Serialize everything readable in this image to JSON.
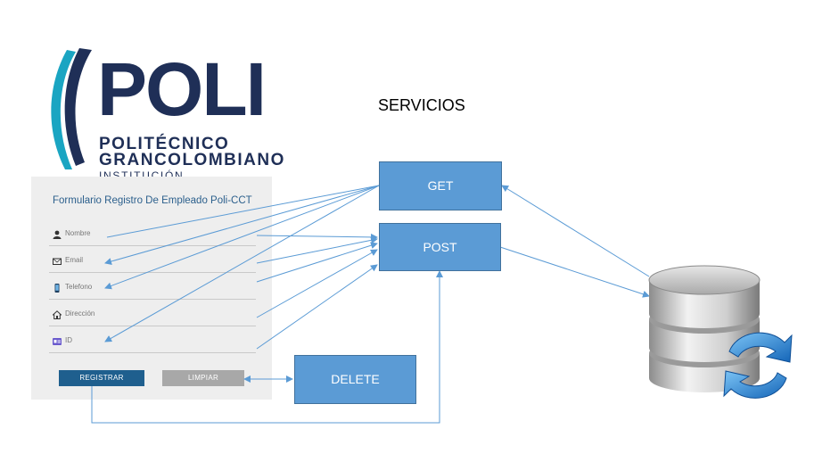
{
  "logo": {
    "word": "POLI",
    "line1": "POLITÉCNICO",
    "line2": "GRANCOLOMBIANO",
    "line3": "INSTITUCIÓN UNIVERSITARIA"
  },
  "form": {
    "title": "Formulario Registro De Empleado Poli-CCT",
    "fields": [
      {
        "label": "Nombre",
        "icon": "person-icon"
      },
      {
        "label": "Email",
        "icon": "email-icon"
      },
      {
        "label": "Telefono",
        "icon": "phone-icon"
      },
      {
        "label": "Dirección",
        "icon": "home-icon"
      },
      {
        "label": "ID",
        "icon": "id-card-icon"
      }
    ],
    "register_label": "REGISTRAR",
    "clear_label": "LIMPIAR"
  },
  "services": {
    "title": "SERVICIOS",
    "get_label": "GET",
    "post_label": "POST",
    "delete_label": "DELETE"
  },
  "colors": {
    "box_fill": "#5b9bd5",
    "box_border": "#41719c",
    "arrow": "#5b9bd5",
    "brand_navy": "#1f2f57",
    "brand_teal": "#1aa5c2",
    "register_button": "#1f5f8e",
    "clear_button": "#a8a8a8"
  },
  "database": {
    "icon": "database-sync-icon"
  }
}
